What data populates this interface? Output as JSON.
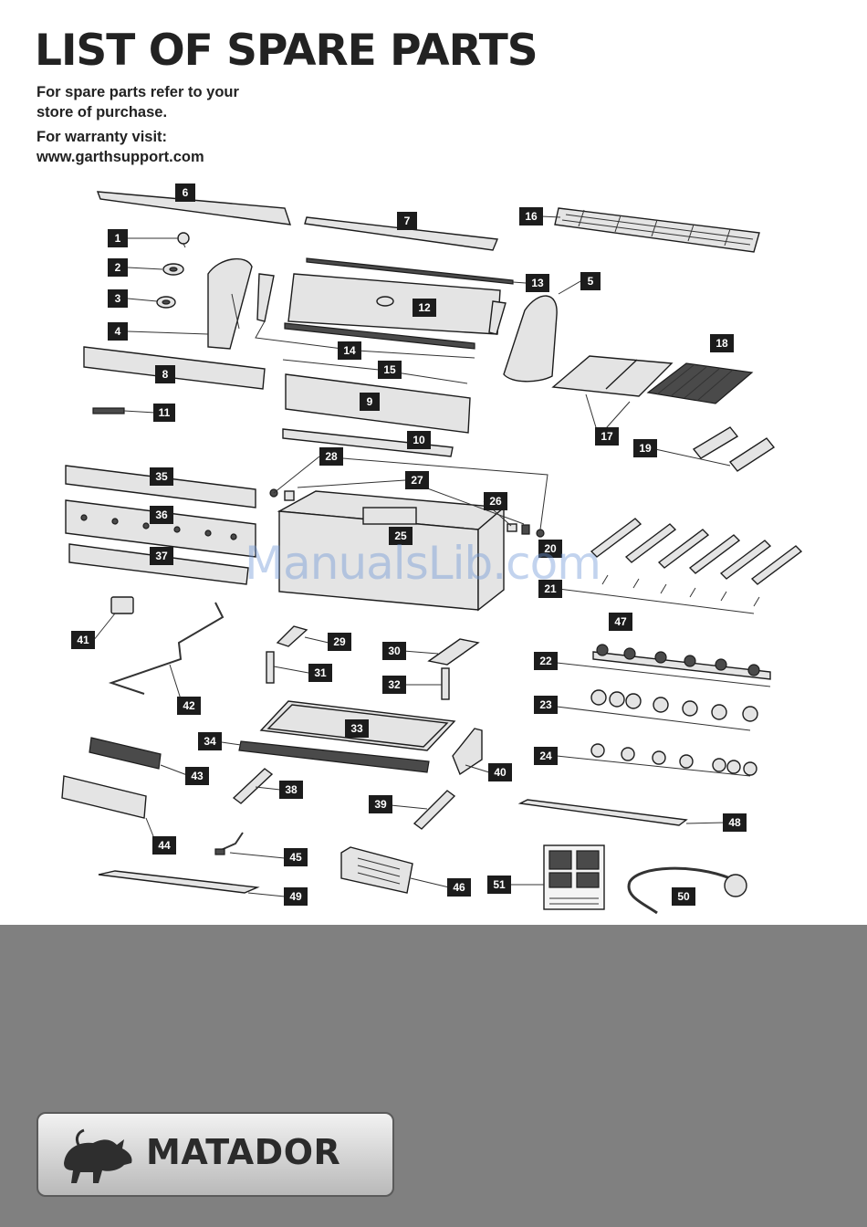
{
  "page": {
    "title": "LIST OF SPARE PARTS",
    "intro": {
      "spare_parts": [
        "For spare parts refer to your",
        "store of purchase."
      ],
      "warranty": [
        "For warranty visit:",
        "www.garthsupport.com"
      ]
    },
    "watermark": "ManualsLib.com"
  },
  "brand": {
    "logo_text": "MATADOR",
    "footer_color": "#808080"
  },
  "diagram": {
    "part_labels": [
      "1",
      "2",
      "3",
      "4",
      "5",
      "6",
      "7",
      "8",
      "9",
      "10",
      "11",
      "12",
      "13",
      "14",
      "15",
      "16",
      "17",
      "18",
      "19",
      "20",
      "21",
      "22",
      "23",
      "24",
      "25",
      "26",
      "27",
      "28",
      "29",
      "30",
      "31",
      "32",
      "33",
      "34",
      "35",
      "36",
      "37",
      "38",
      "39",
      "40",
      "41",
      "42",
      "43",
      "44",
      "45",
      "46",
      "47",
      "48",
      "49",
      "50",
      "51"
    ]
  }
}
